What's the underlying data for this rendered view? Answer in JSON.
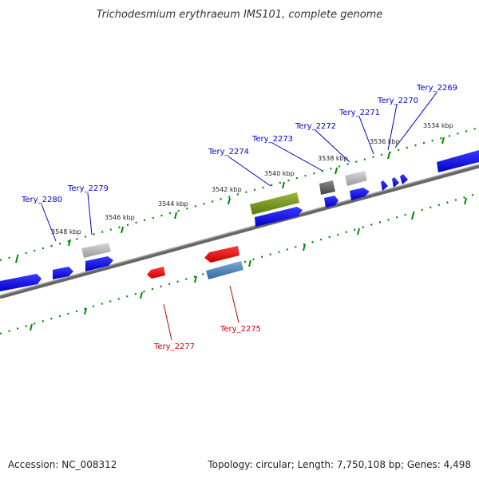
{
  "title": "Trichodesmium erythraeum IMS101, complete genome",
  "footer": {
    "accession": "Accession: NC_008312",
    "summary": "Topology: circular; Length: 7,750,108 bp; Genes: 4,498"
  },
  "scale_labels": [
    "3534 kbp",
    "3536 kbp",
    "3538 kbp",
    "3540 kbp",
    "3542 kbp",
    "3544 kbp",
    "3546 kbp",
    "3548 kbp"
  ],
  "genes_forward": [
    {
      "label": "Tery_2269",
      "color": "#0000ee",
      "strand": "forward"
    },
    {
      "label": "Tery_2270",
      "color": "#0000ee",
      "strand": "forward"
    },
    {
      "label": "Tery_2271",
      "color": "#0000ee",
      "strand": "forward"
    },
    {
      "label": "Tery_2272",
      "color": "#0000ee",
      "strand": "forward"
    },
    {
      "label": "Tery_2273",
      "color": "#0000ee",
      "strand": "forward"
    },
    {
      "label": "Tery_2274",
      "color": "#0000ee",
      "strand": "forward"
    },
    {
      "label": "Tery_2279",
      "color": "#0000ee",
      "strand": "forward"
    },
    {
      "label": "Tery_2280",
      "color": "#0000ee",
      "strand": "forward"
    }
  ],
  "genes_reverse": [
    {
      "label": "Tery_2275",
      "color": "#cc0000",
      "strand": "reverse"
    },
    {
      "label": "Tery_2277",
      "color": "#cc0000",
      "strand": "reverse"
    }
  ],
  "colors": {
    "forward_gene": "#0000ee",
    "reverse_gene": "#ee0000",
    "tick_dots": "#008800",
    "backbone": "#777777",
    "gray_feature": "#b0b0b0",
    "dark_gray_feature": "#555555",
    "olive_feature": "#6f8f1f",
    "steel_blue_feature": "#4a7fb5"
  }
}
